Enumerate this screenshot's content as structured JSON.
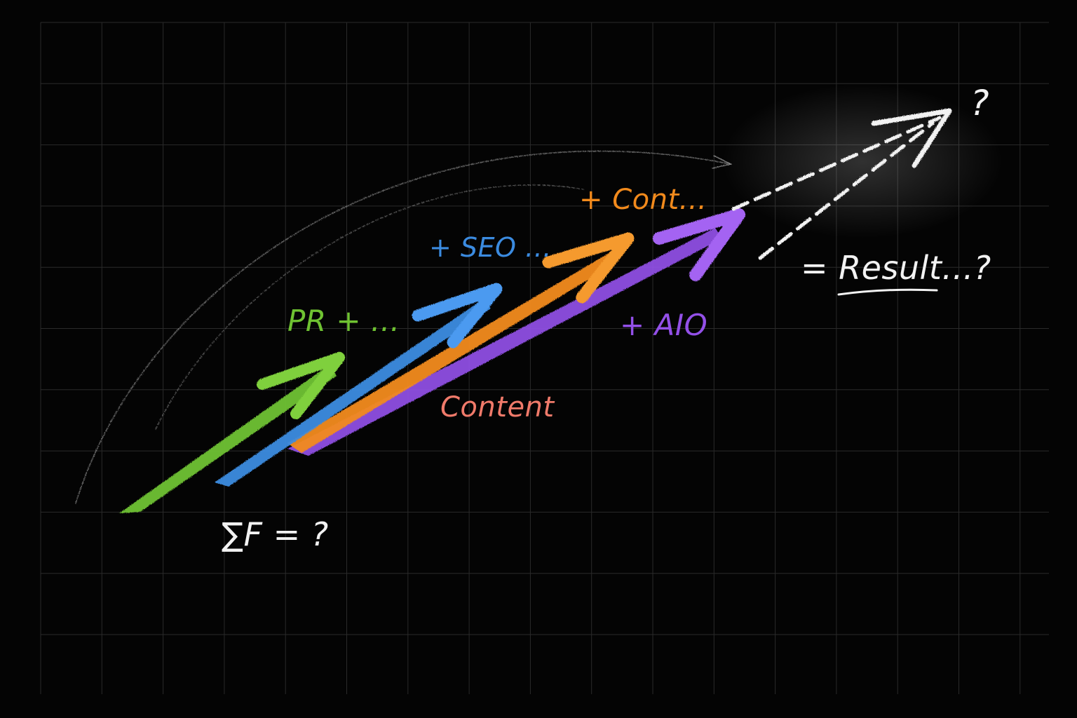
{
  "labels": {
    "pr": "PR + ...",
    "seo": "+ SEO ...",
    "cont": "+ Cont...",
    "aio": "+ AIO",
    "content": "Content",
    "result": "= Result...?",
    "question": "?",
    "sum": "∑F = ?"
  },
  "colors": {
    "background": "#040404",
    "grid": "#2a2a2a",
    "chalk_white": "#f2f2f2",
    "green": "#6fc232",
    "blue": "#3b8be0",
    "orange": "#f28a1c",
    "purple": "#9350e8",
    "salmon": "#f07a6a"
  }
}
